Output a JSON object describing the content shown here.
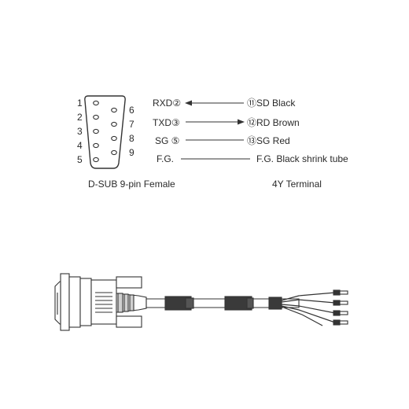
{
  "pinout": {
    "left_pins": [
      "1",
      "2",
      "3",
      "4",
      "5"
    ],
    "right_pins": [
      "6",
      "7",
      "8",
      "9"
    ],
    "connector_label": "D-SUB 9-pin Female",
    "terminal_label": "4Y Terminal"
  },
  "signals": [
    {
      "left": "RXD②",
      "right": "⑪SD Black",
      "direction": "to-left"
    },
    {
      "left": "TXD③",
      "right": "⑫RD Brown",
      "direction": "to-right"
    },
    {
      "left": "SG ⑤",
      "right": "⑬SG Red",
      "direction": "none"
    },
    {
      "left": "F.G.",
      "right": "F.G. Black shrink tube",
      "direction": "none"
    }
  ]
}
